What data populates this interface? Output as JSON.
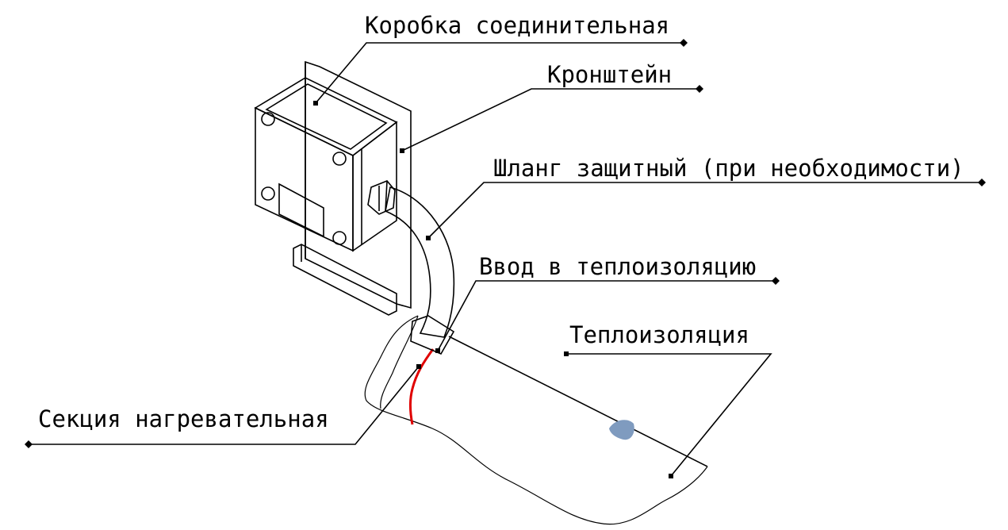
{
  "labels": {
    "junction_box": "Коробка соединительная",
    "bracket": "Кронштейн",
    "hose": "Шланг защитный (при необходимости)",
    "entry": "Ввод в теплоизоляцию",
    "insulation": "Теплоизоляция",
    "heating_section": "Секция нагревательная"
  },
  "colors": {
    "heating_cable": "#e00000",
    "end_seal": "#7f9bbf",
    "line": "#000000"
  }
}
